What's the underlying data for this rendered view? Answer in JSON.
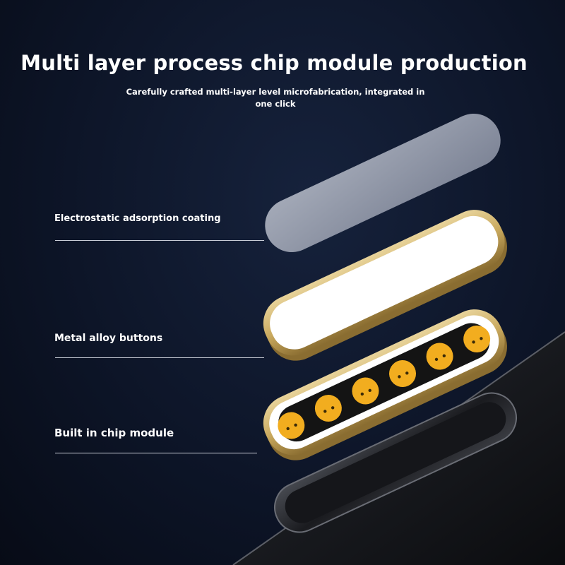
{
  "title": "Multi layer process chip module production",
  "subtitle_line1": "Carefully crafted multi-layer  level microfabrication, integrated in",
  "subtitle_line2": "one click",
  "labels": {
    "coating": "Electrostatic adsorption coating",
    "buttons": "Metal alloy buttons",
    "chip": "Built in chip module"
  },
  "colors": {
    "background": "#0d1528",
    "gold": "#c9a95e",
    "pad": "#f2ad1f",
    "coating": "#8e95a6",
    "white_face": "#ffffff"
  },
  "pad_count": 6
}
